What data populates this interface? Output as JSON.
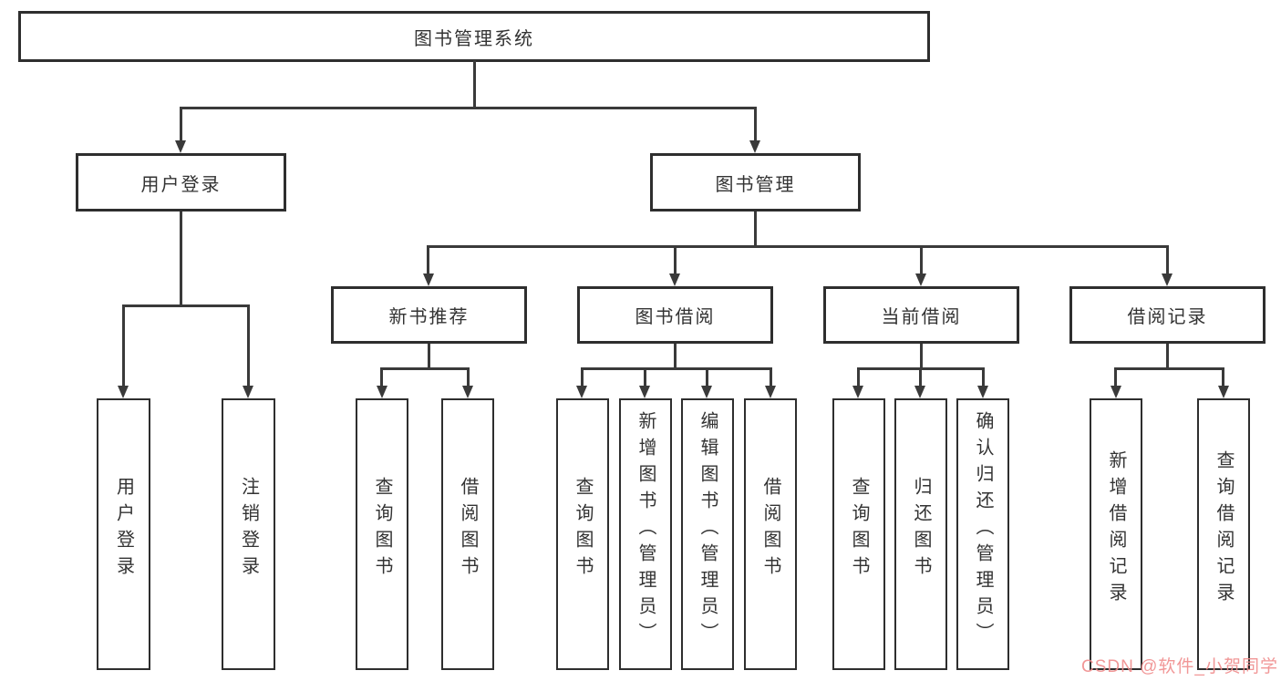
{
  "diagram_type": "hierarchy-diagram",
  "colors": {
    "background": "#ffffff",
    "box_border": "#2e2e2e",
    "connector_line": "#3a3a3a",
    "text": "#333333",
    "watermark": "#f08c8c"
  },
  "tree": {
    "label": "图书管理系统",
    "children": [
      {
        "label": "用户登录",
        "children": [
          {
            "label": "用户登录"
          },
          {
            "label": "注销登录"
          }
        ]
      },
      {
        "label": "图书管理",
        "children": [
          {
            "label": "新书推荐",
            "children": [
              {
                "label": "查询图书"
              },
              {
                "label": "借阅图书"
              }
            ]
          },
          {
            "label": "图书借阅",
            "children": [
              {
                "label": "查询图书"
              },
              {
                "label": "新增图书（管理员）"
              },
              {
                "label": "编辑图书（管理员）"
              },
              {
                "label": "借阅图书"
              }
            ]
          },
          {
            "label": "当前借阅",
            "children": [
              {
                "label": "查询图书"
              },
              {
                "label": "归还图书"
              },
              {
                "label": "确认归还（管理员）"
              }
            ]
          },
          {
            "label": "借阅记录",
            "children": [
              {
                "label": "新增借阅记录"
              },
              {
                "label": "查询借阅记录"
              }
            ]
          }
        ]
      }
    ]
  },
  "watermark": {
    "text": "CSDN @软件_小贺同学"
  }
}
